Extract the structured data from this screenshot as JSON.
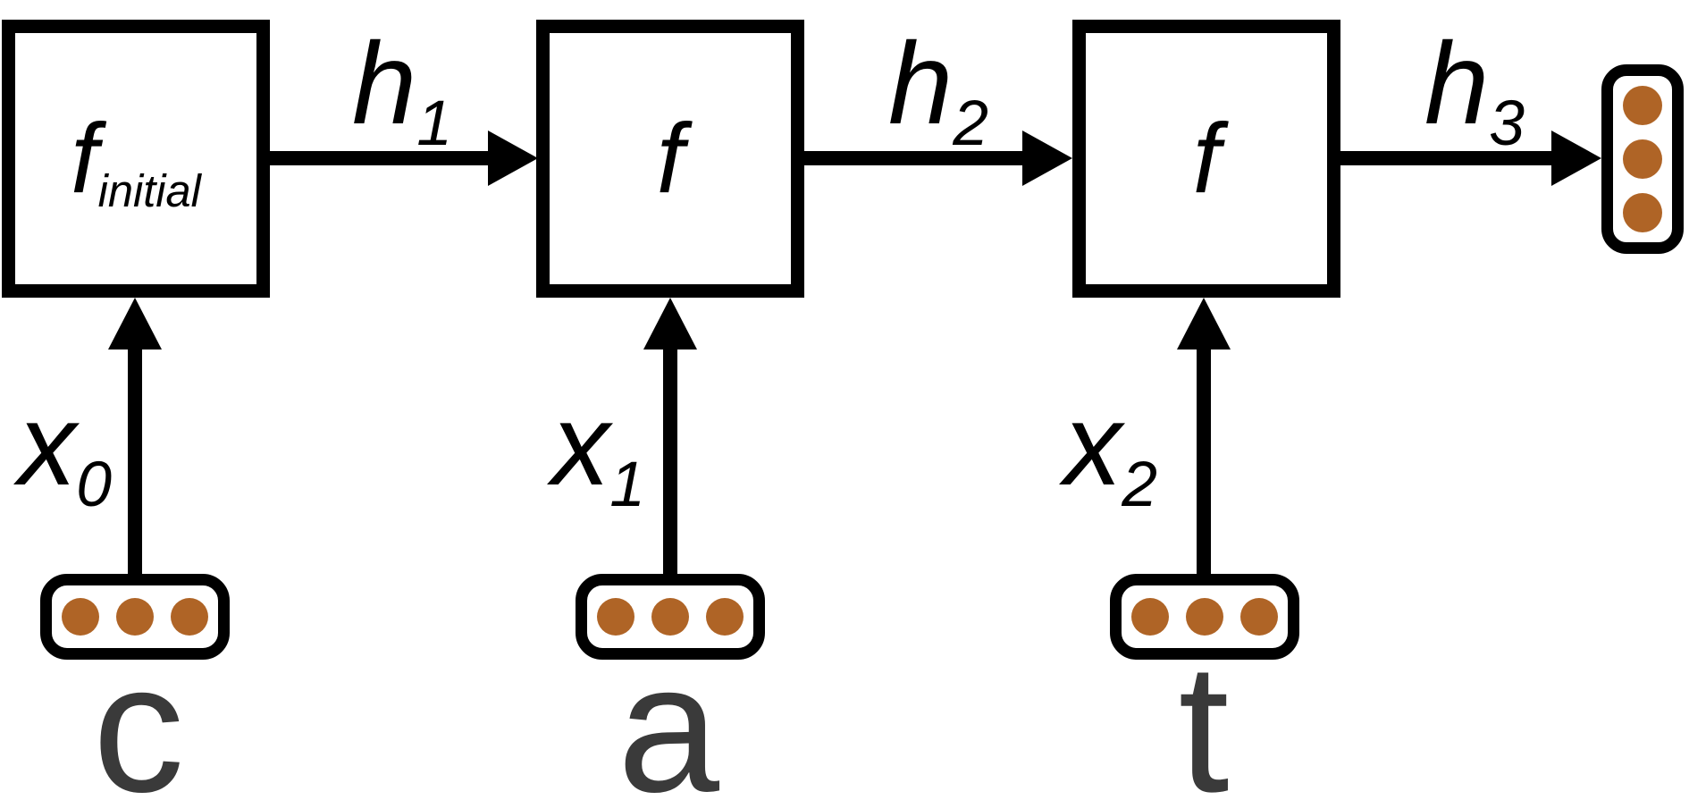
{
  "diagram": {
    "description": "unrolled recurrent network reading the word cat",
    "word": "cat",
    "cells": [
      {
        "label": "f",
        "subscript": "initial"
      },
      {
        "label": "f",
        "subscript": ""
      },
      {
        "label": "f",
        "subscript": ""
      }
    ],
    "hidden_state_labels": [
      {
        "base": "h",
        "sub": "1"
      },
      {
        "base": "h",
        "sub": "2"
      },
      {
        "base": "h",
        "sub": "3"
      }
    ],
    "input_labels": [
      {
        "base": "x",
        "sub": "0"
      },
      {
        "base": "x",
        "sub": "1"
      },
      {
        "base": "x",
        "sub": "2"
      }
    ],
    "input_letters": [
      "c",
      "a",
      "t"
    ],
    "input_vector_dot_count": 3,
    "output_vector_dot_count": 3,
    "colors": {
      "stroke": "#000000",
      "dot": "#af6426",
      "letter": "#3a3a3a",
      "background": "#ffffff"
    }
  }
}
